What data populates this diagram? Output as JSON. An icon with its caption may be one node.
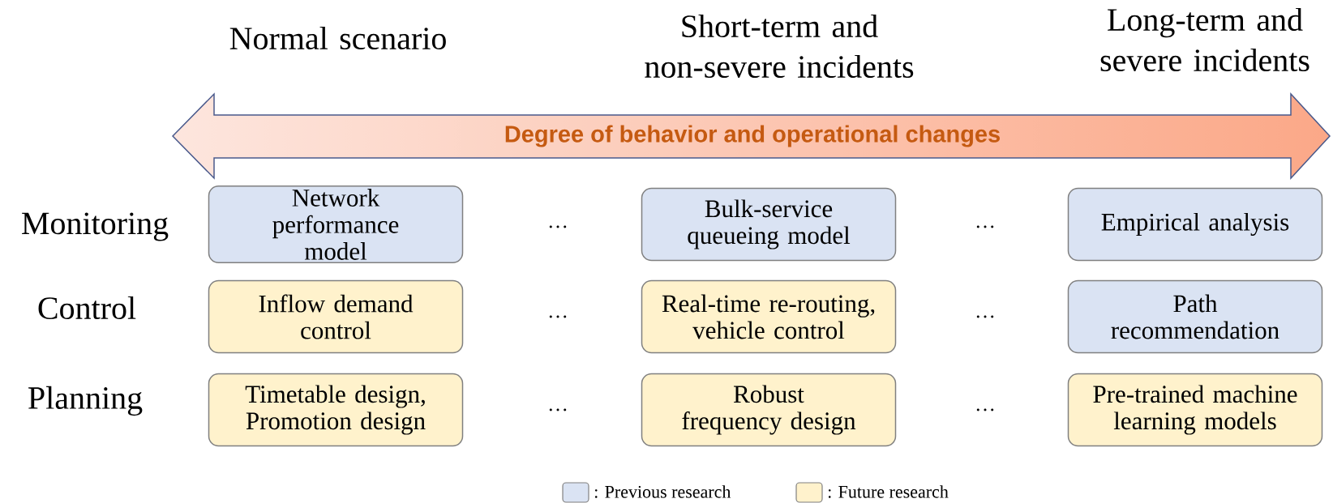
{
  "diagram": {
    "nodes": [
      {
        "text": [
          "Degree of behavior and operational changes"
        ]
      },
      {
        "text": [
          "Network performance model"
        ]
      },
      {
        "text": [
          "Bulk-service queueing model"
        ]
      },
      {
        "text": [
          "Empirical analysis"
        ]
      },
      {
        "text": [
          "Inflow demand control"
        ]
      },
      {
        "text": [
          "Real-time re-routing, vehicle control"
        ]
      },
      {
        "text": [
          "Path recommendation"
        ]
      },
      {
        "text": [
          "Timetable design, Promotion design"
        ]
      },
      {
        "text": [
          "Robust frequency design"
        ]
      },
      {
        "text": [
          "Pre-trained machine learning models"
        ]
      }
    ],
    "labels": [
      "Normal scenario",
      "Short-term and non-severe incidents",
      "Long-term and severe incidents",
      "Monitoring",
      "…",
      "…",
      "Control",
      "…",
      "…",
      "Planning",
      "…",
      "…"
    ],
    "legend": [
      {
        "text": ": Previous research",
        "color": "#dae3f3"
      },
      {
        "text": ": Future research",
        "color": "#fff2cc"
      }
    ]
  }
}
